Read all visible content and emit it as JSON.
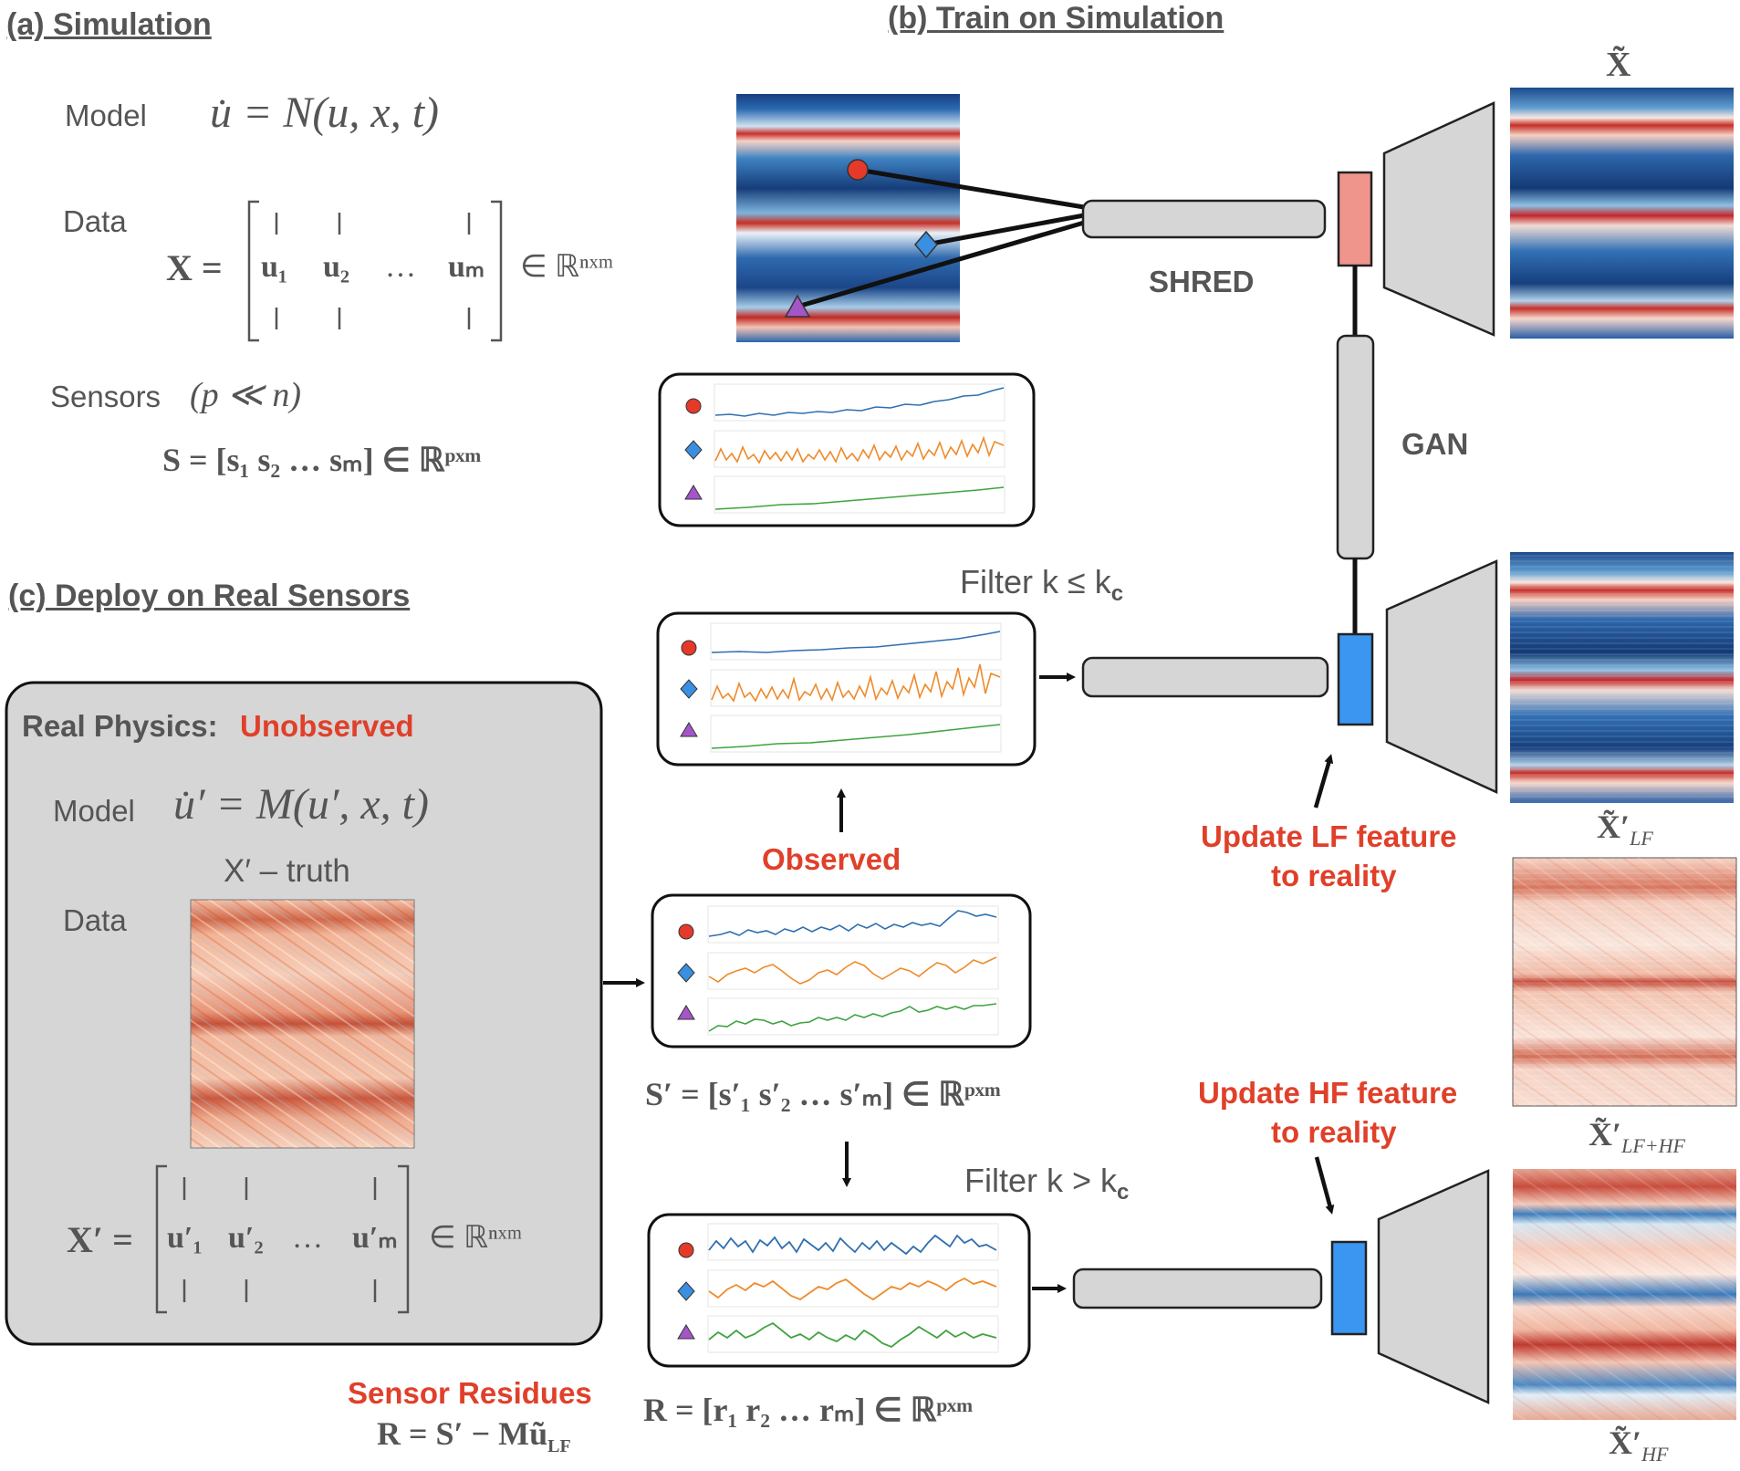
{
  "section_a": {
    "header": "(a) Simulation",
    "model_label": "Model",
    "model_eq": "u̇ = N(u, x, t)",
    "data_label": "Data",
    "X_lhs": "X =",
    "X_cols": [
      "u₁",
      "u₂",
      "…",
      "uₘ"
    ],
    "X_rhs": "∈ ℝⁿˣᵐ",
    "sensors_label": "Sensors",
    "sensors_cond": "(p ≪ n)",
    "S_eq": "S = [s₁   s₂   …   sₘ] ∈ ℝᵖˣᵐ"
  },
  "section_b": {
    "header": "(b) Train on Simulation",
    "shred_label": "SHRED",
    "gan_label": "GAN",
    "X_tilde": "X̃",
    "filter_low": "Filter k ≤ k",
    "filter_low_sub": "c",
    "filter_high": "Filter k > k",
    "filter_high_sub": "c"
  },
  "section_c": {
    "header": "(c) Deploy on Real Sensors",
    "real_physics": "Real Physics:",
    "unobserved": "Unobserved",
    "model_label": "Model",
    "model_eq": "u̇′ = M(u′, x, t)",
    "truth_label": "X′  –  truth",
    "data_label": "Data",
    "Xp_lhs": "X′ =",
    "Xp_cols": [
      "u′₁",
      "u′₂",
      "…",
      "u′ₘ"
    ],
    "Xp_rhs": "∈ ℝⁿˣᵐ"
  },
  "labels": {
    "observed": "Observed",
    "S_prime_eq": "S′ = [s′₁   s′₂   …   s′ₘ] ∈ ℝᵖˣᵐ",
    "R_eq": "R = [r₁   r₂   …   rₘ] ∈ ℝᵖˣᵐ",
    "sensor_residues": "Sensor Residues",
    "residue_eq": "R = S′ − Mũ",
    "residue_sub": "LF",
    "update_lf": "Update LF feature",
    "update_lf_2": "to reality",
    "update_hf": "Update HF feature",
    "update_hf_2": "to reality",
    "x_lf": "X̃′",
    "x_lf_sub": "LF",
    "x_lfhf": "X̃′",
    "x_lfhf_sub": "LF+HF",
    "x_hf": "X̃′",
    "x_hf_sub": "HF"
  },
  "colors": {
    "sensor_circle": "#e53a2a",
    "sensor_diamond": "#3a8fe0",
    "sensor_triangle": "#a455c8",
    "series_blue": "#2f6fb0",
    "series_orange": "#ef8a2a",
    "series_green": "#3fa33f",
    "latent_lf_sim": "#f0958c",
    "latent_blue": "#3a96f0",
    "gray_block": "#d6d6d6",
    "accent_red": "#e0402a"
  }
}
